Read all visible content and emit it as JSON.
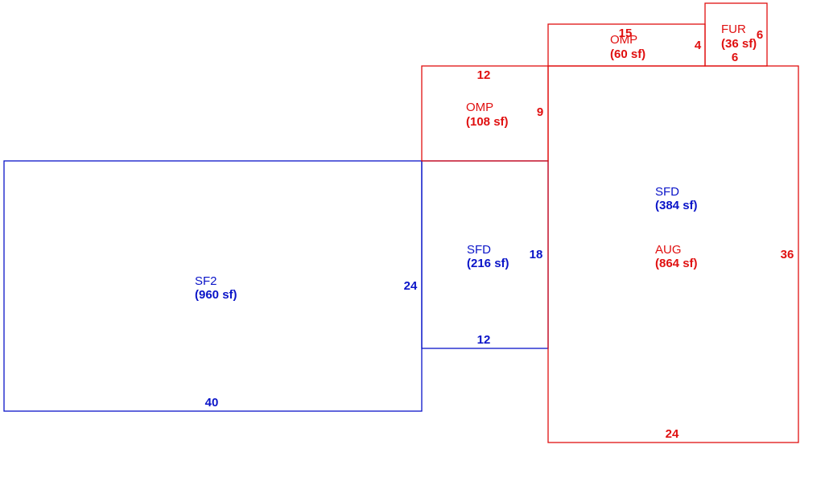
{
  "colors": {
    "blue": "#0a14c8",
    "red": "#e01010"
  },
  "areas": {
    "sf2": {
      "code": "SF2",
      "area": "(960 sf)",
      "color": "blue"
    },
    "sfd_center": {
      "code": "SFD",
      "area": "(216 sf)",
      "color": "blue"
    },
    "omp_left": {
      "code": "OMP",
      "area": "(108 sf)",
      "color": "red"
    },
    "omp_top": {
      "code": "OMP",
      "area": "(60 sf)",
      "color": "red"
    },
    "fur": {
      "code": "FUR",
      "area": "(36 sf)",
      "color": "red"
    },
    "sfd_right": {
      "code": "SFD",
      "area": "(384 sf)",
      "color": "blue"
    },
    "aug": {
      "code": "AUG",
      "area": "(864 sf)",
      "color": "red"
    }
  },
  "dimensions": {
    "sf2_width": "40",
    "sf2_height": "24",
    "sfd_center_width": "12",
    "sfd_center_height": "18",
    "omp_left_width": "12",
    "omp_left_height": "9",
    "omp_top_width": "15",
    "omp_top_height": "4",
    "fur_width": "6",
    "fur_height": "6",
    "aug_width": "24",
    "aug_height": "36"
  }
}
